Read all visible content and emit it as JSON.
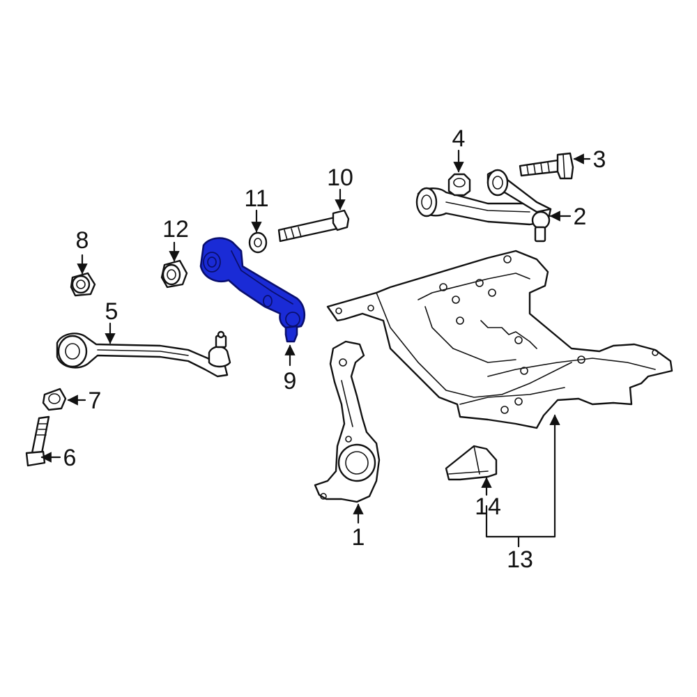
{
  "highlight_color": "#1a2bd6",
  "line_color": "#111111",
  "background_color": "#ffffff",
  "callouts": {
    "c1": "1",
    "c2": "2",
    "c3": "3",
    "c4": "4",
    "c5": "5",
    "c6": "6",
    "c7": "7",
    "c8": "8",
    "c9": "9",
    "c10": "10",
    "c11": "11",
    "c12": "12",
    "c13": "13",
    "c14": "14"
  },
  "highlighted_part": "9"
}
